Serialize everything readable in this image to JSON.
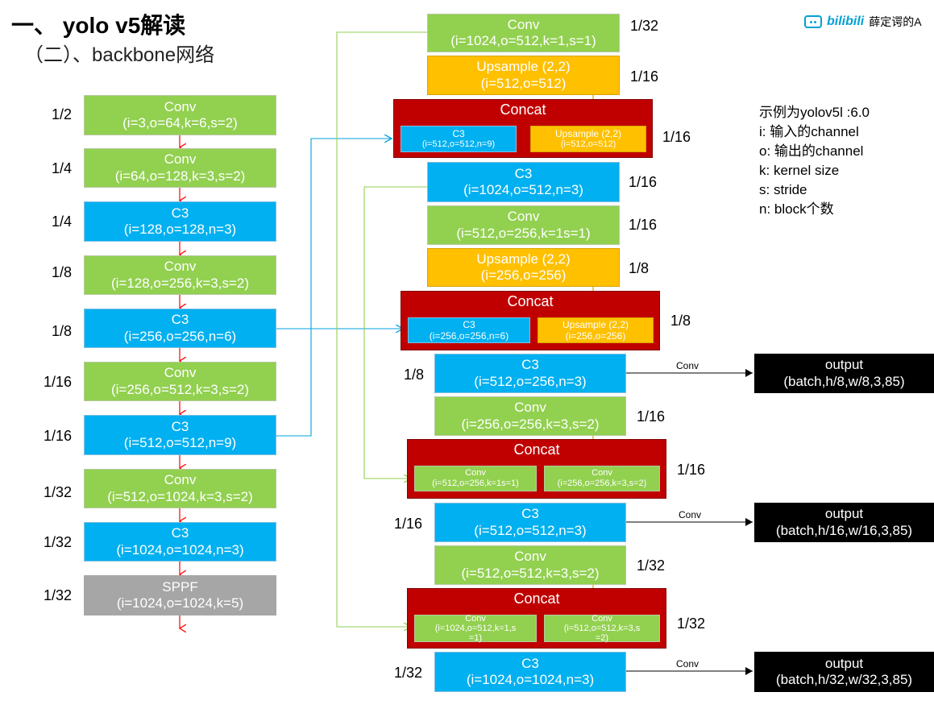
{
  "title": {
    "main": "一、 yolo v5解读",
    "sub": "（二）、backbone网络"
  },
  "watermark": {
    "brand": "bilibili",
    "author": "薛定谔的A"
  },
  "legend": [
    "示例为yolov5l :6.0",
    "i: 输入的channel",
    "o: 输出的channel",
    "k: kernel size",
    "s: stride",
    "n: block个数"
  ],
  "colors": {
    "conv": "#92d050",
    "c3": "#00b0f0",
    "upsample": "#ffc000",
    "concat": "#c00000",
    "sppf": "#a6a6a6",
    "output": "#000000",
    "arrow_red": "#ff0000",
    "line_green": "#92d050",
    "line_blue": "#00b0f0"
  },
  "backbone": [
    {
      "name": "Conv",
      "params": "(i=3,o=64,k=6,s=2)",
      "scale": "1/2",
      "type": "conv"
    },
    {
      "name": "Conv",
      "params": "(i=64,o=128,k=3,s=2)",
      "scale": "1/4",
      "type": "conv"
    },
    {
      "name": "C3",
      "params": "(i=128,o=128,n=3)",
      "scale": "1/4",
      "type": "c3"
    },
    {
      "name": "Conv",
      "params": "(i=128,o=256,k=3,s=2)",
      "scale": "1/8",
      "type": "conv"
    },
    {
      "name": "C3",
      "params": "(i=256,o=256,n=6)",
      "scale": "1/8",
      "type": "c3"
    },
    {
      "name": "Conv",
      "params": "(i=256,o=512,k=3,s=2)",
      "scale": "1/16",
      "type": "conv"
    },
    {
      "name": "C3",
      "params": "(i=512,o=512,n=9)",
      "scale": "1/16",
      "type": "c3"
    },
    {
      "name": "Conv",
      "params": "(i=512,o=1024,k=3,s=2)",
      "scale": "1/32",
      "type": "conv"
    },
    {
      "name": "C3",
      "params": "(i=1024,o=1024,n=3)",
      "scale": "1/32",
      "type": "c3"
    },
    {
      "name": "SPPF",
      "params": "(i=1024,o=1024,k=5)",
      "scale": "1/32",
      "type": "sppf"
    }
  ],
  "head": {
    "h1": {
      "name": "Conv",
      "params": "(i=1024,o=512,k=1,s=1)",
      "scale": "1/32"
    },
    "h2": {
      "name": "Upsample (2,2)",
      "params": "(i=512,o=512)",
      "scale": "1/16"
    },
    "cat1": {
      "title": "Concat",
      "scale": "1/16",
      "left": {
        "name": "C3",
        "params": "(i=512,o=512,n=9)"
      },
      "right": {
        "name": "Upsample (2,2)",
        "params": "(i=512,o=512)"
      }
    },
    "h3": {
      "name": "C3",
      "params": "(i=1024,o=512,n=3)",
      "scale": "1/16"
    },
    "h4": {
      "name": "Conv",
      "params": "(i=512,o=256,k=1s=1)",
      "scale": "1/16"
    },
    "h5": {
      "name": "Upsample (2,2)",
      "params": "(i=256,o=256)",
      "scale": "1/8"
    },
    "cat2": {
      "title": "Concat",
      "scale": "1/8",
      "left": {
        "name": "C3",
        "params": "(i=256,o=256,n=6)"
      },
      "right": {
        "name": "Upsample (2,2)",
        "params": "(i=256,o=256)"
      }
    },
    "h6": {
      "name": "C3",
      "params": "(i=512,o=256,n=3)",
      "scale": "1/8"
    },
    "h7": {
      "name": "Conv",
      "params": "(i=256,o=256,k=3,s=2)",
      "scale": "1/16"
    },
    "cat3": {
      "title": "Concat",
      "scale": "1/16",
      "left": {
        "name": "Conv",
        "params": "(i=512,o=256,k=1s=1)"
      },
      "right": {
        "name": "Conv",
        "params": "(i=256,o=256,k=3,s=2)"
      }
    },
    "h8": {
      "name": "C3",
      "params": "(i=512,o=512,n=3)",
      "scale": "1/16"
    },
    "h9": {
      "name": "Conv",
      "params": "(i=512,o=512,k=3,s=2)",
      "scale": "1/32"
    },
    "cat4": {
      "title": "Concat",
      "scale": "1/32",
      "left": {
        "name": "Conv",
        "params": "(i=1024,o=512,k=1,s",
        "params2": "=1)"
      },
      "right": {
        "name": "Conv",
        "params": "(i=512,o=512,k=3,s",
        "params2": "=2)"
      }
    },
    "h10": {
      "name": "C3",
      "params": "(i=1024,o=1024,n=3)",
      "scale": "1/32"
    }
  },
  "outputs": [
    {
      "edge": "Conv",
      "title": "output",
      "shape": "(batch,h/8,w/8,3,85)"
    },
    {
      "edge": "Conv",
      "title": "output",
      "shape": "(batch,h/16,w/16,3,85)"
    },
    {
      "edge": "Conv",
      "title": "output",
      "shape": "(batch,h/32,w/32,3,85)"
    }
  ]
}
